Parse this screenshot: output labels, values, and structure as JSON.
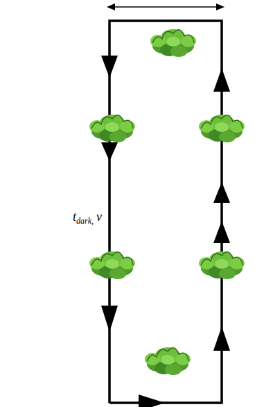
{
  "diagram": {
    "labels": [
      "t",
      "dark,",
      "v"
    ]
  }
}
